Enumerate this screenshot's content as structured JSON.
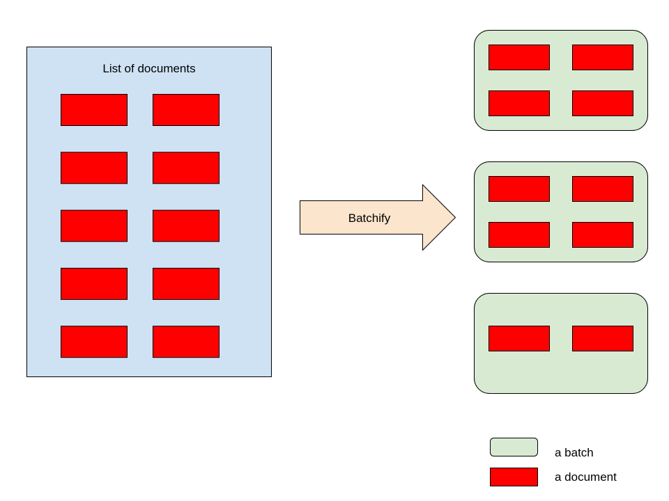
{
  "source_panel": {
    "title": "List of documents",
    "document_count": 10,
    "fill_color": "#cfe2f3"
  },
  "transform_arrow": {
    "label": "Batchify",
    "fill_color": "#fce5cd"
  },
  "batches": [
    {
      "document_count": 4
    },
    {
      "document_count": 4
    },
    {
      "document_count": 2
    }
  ],
  "batch_color": "#d9ead3",
  "document_color": "#ff0000",
  "legend": {
    "batch_label": "a batch",
    "document_label": "a document"
  }
}
